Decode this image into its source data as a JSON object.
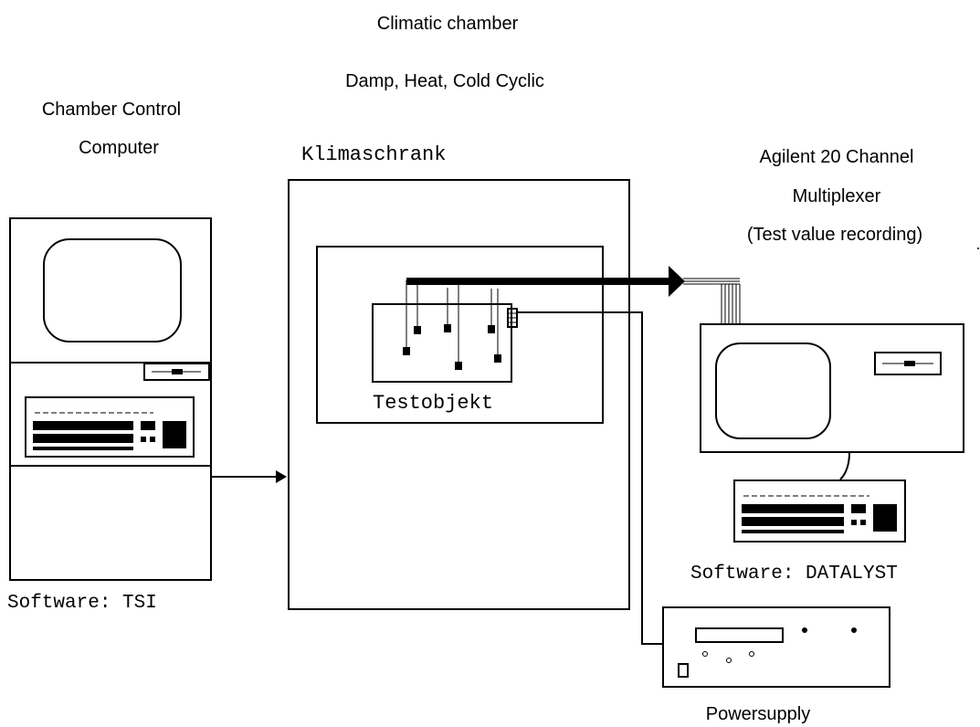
{
  "labels": {
    "chamber_title": "Climatic chamber",
    "chamber_subtitle": "Damp, Heat, Cold Cyclic",
    "control_computer_line1": "Chamber Control",
    "control_computer_line2": "Computer",
    "chamber_box": "Klimaschrank",
    "test_object": "Testobjekt",
    "multiplexer_line1": "Agilent 20 Channel",
    "multiplexer_line2": "Multiplexer",
    "multiplexer_line3": "(Test value recording)",
    "software_left": "Software: TSI",
    "software_right": "Software: DATALYST",
    "power_supply": "Powersupply"
  },
  "colors": {
    "line": "#000000",
    "background": "#ffffff"
  }
}
